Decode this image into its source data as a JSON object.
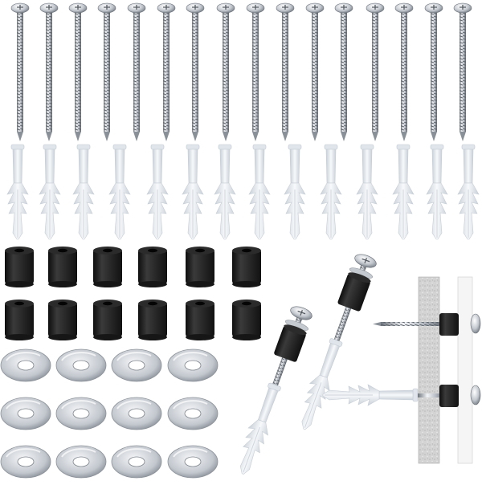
{
  "scene": {
    "subject": "mounting-hardware-kit",
    "background_color": "#ffffff",
    "counts": {
      "screws": 16,
      "wall_anchors": 14,
      "rubber_spacers": 12,
      "flat_washers": 12,
      "assembled_examples": 2
    },
    "colors": {
      "steel_light": "#f2f4f7",
      "steel_mid": "#b9bec6",
      "steel_dark": "#6f757d",
      "plastic_anchor": "#e9eef3",
      "plastic_shadow": "#c9d0d8",
      "rubber": "#1d1d1d",
      "rubber_highlight": "#4a4a4a",
      "wall_board": "#d6d6d6",
      "panel": "#f5f5f5"
    }
  }
}
